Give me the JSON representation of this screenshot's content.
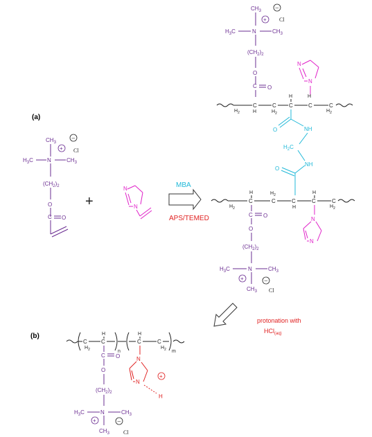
{
  "labels": {
    "a": "(a)",
    "b": "(b)"
  },
  "reagents": {
    "mba": "MBA",
    "aps": "APS/TEMED",
    "protonation_1": "protonation with",
    "protonation_2": "HCl",
    "protonation_sub": "(aq)"
  },
  "atoms": {
    "ch3": "CH",
    "sub3": "3",
    "h3c": "H",
    "h3c_c": "C",
    "n": "N",
    "ch2": "(CH",
    "ch2_close": ")",
    "sub2": "2",
    "o": "O",
    "c": "C",
    "h": "H",
    "h2": "H",
    "cl": "Cl",
    "nh": "NH",
    "h2c": "H",
    "h2c_c": "C",
    "plus": "+",
    "minus": "−",
    "n_idx": "n",
    "m_idx": "m",
    "bigplus": "+"
  },
  "colors": {
    "violet": "#6a2c91",
    "magenta": "#e020c8",
    "cyan": "#1fb8d8",
    "red": "#e02020",
    "black": "#222222"
  }
}
